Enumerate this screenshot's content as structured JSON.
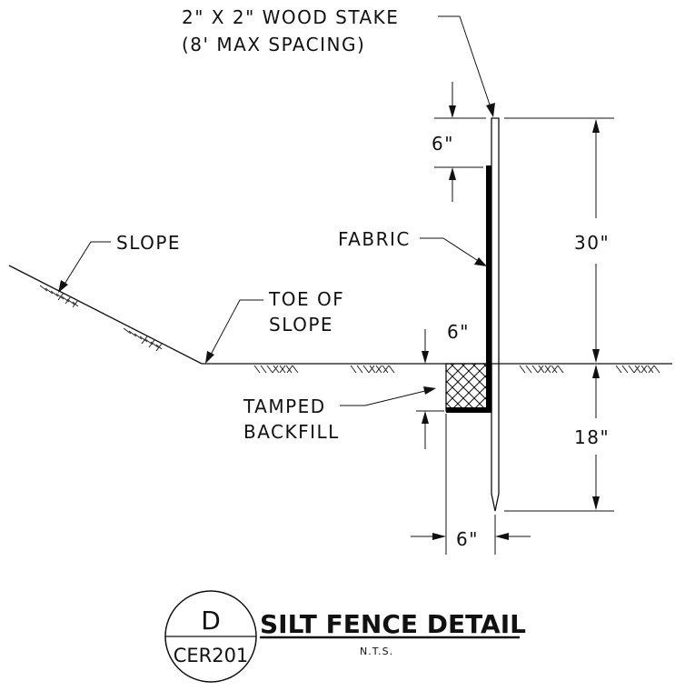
{
  "labels": {
    "stake_line1": "2\" X 2\" WOOD STAKE",
    "stake_line2": "(8' MAX SPACING)",
    "slope": "SLOPE",
    "fabric": "FABRIC",
    "toe_line1": "TOE OF",
    "toe_line2": "SLOPE",
    "backfill_line1": "TAMPED",
    "backfill_line2": "BACKFILL"
  },
  "dimensions": {
    "fabric_top_gap": "6\"",
    "above_ground": "30\"",
    "trench_depth": "6\"",
    "below_ground": "18\"",
    "trench_width": "6\""
  },
  "title_block": {
    "detail_letter": "D",
    "sheet_number": "CER201",
    "title": "SILT FENCE DETAIL",
    "scale_note": "N.T.S."
  }
}
